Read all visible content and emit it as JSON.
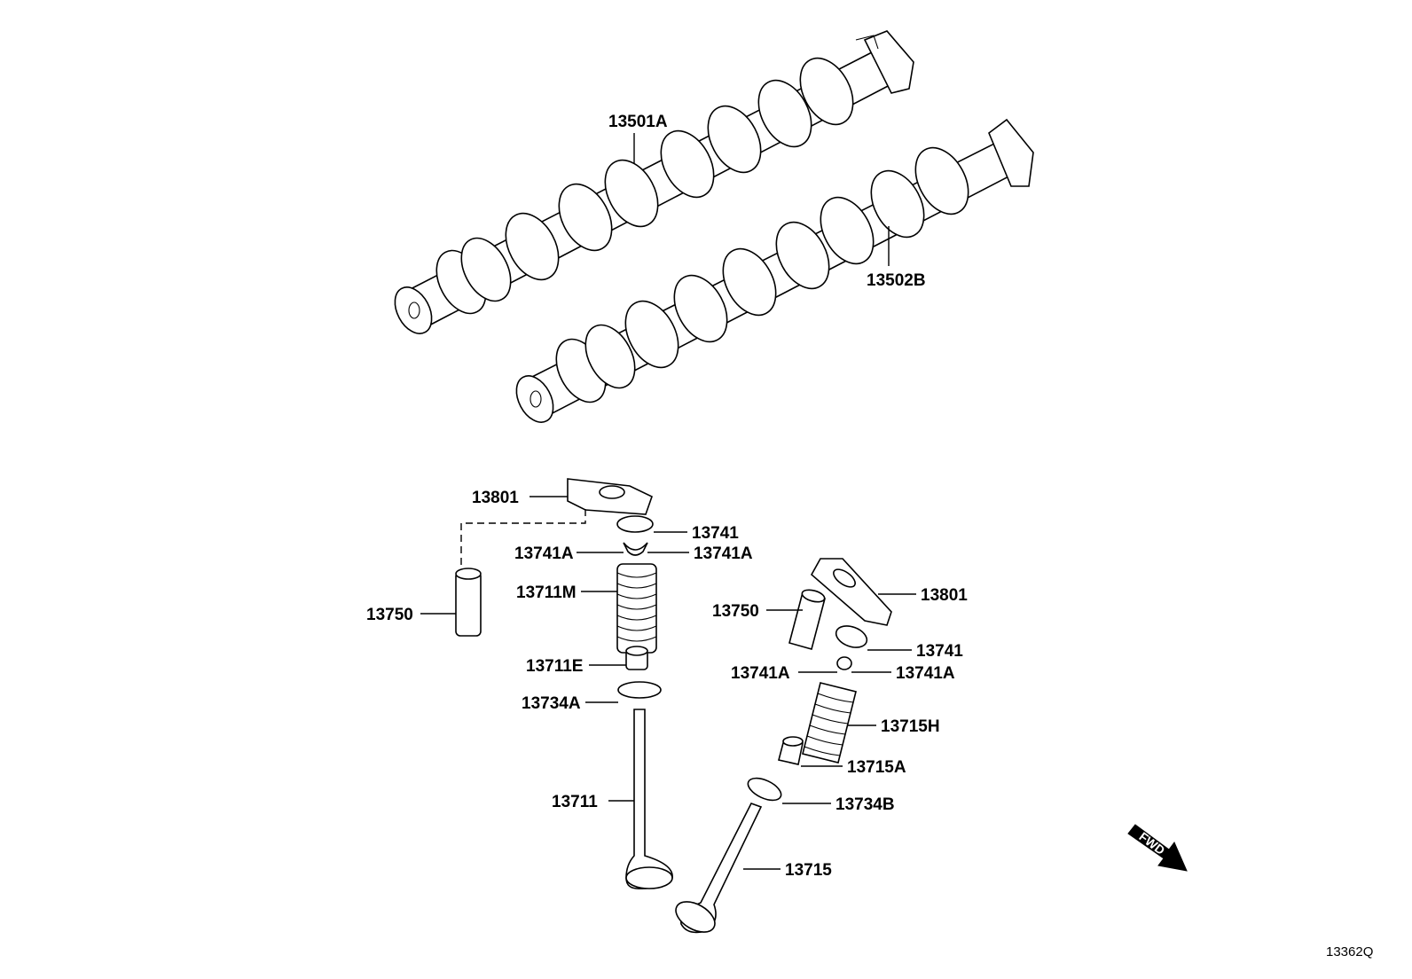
{
  "diagram": {
    "labels": {
      "camshaft_upper": "13501A",
      "camshaft_lower": "13502B",
      "rocker_arm_left": "13801",
      "lash_adjuster_left": "13750",
      "retainer_left": "13741",
      "keeper_left_a": "13741A",
      "keeper_left_b": "13741A",
      "spring_left": "13711M",
      "spring_seat_left": "13711E",
      "valve_seat_left": "13734A",
      "intake_valve": "13711",
      "rocker_arm_right": "13801",
      "lash_adjuster_right": "13750",
      "retainer_right": "13741",
      "keeper_right_a": "13741A",
      "keeper_right_b": "13741A",
      "spring_right": "13715H",
      "spring_seat_right": "13715A",
      "valve_seat_right": "13734B",
      "exhaust_valve": "13715"
    },
    "fwd_arrow_text": "FWD",
    "reference_code": "13362Q"
  }
}
